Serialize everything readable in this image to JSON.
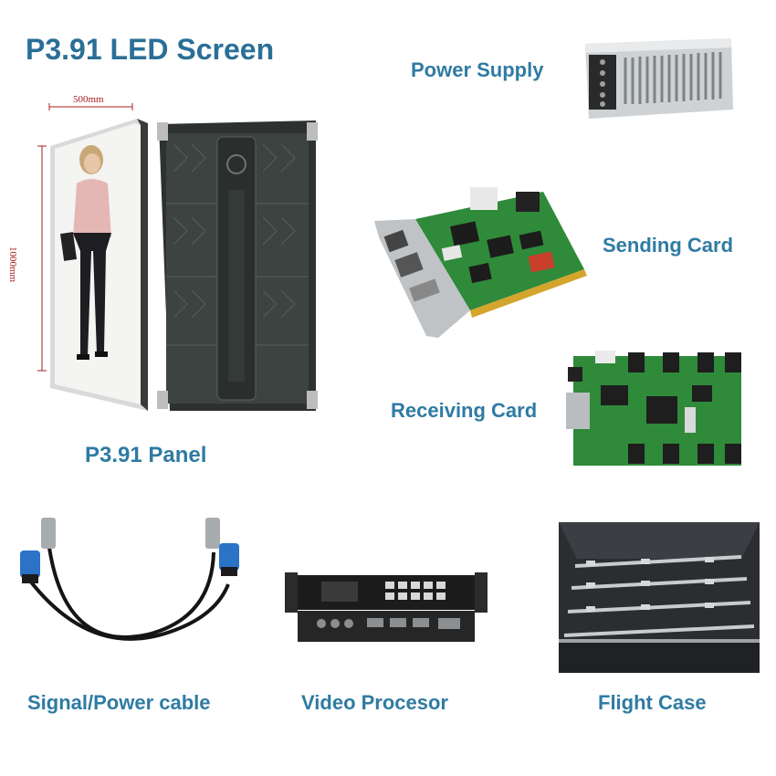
{
  "title": "P3.91 LED Screen",
  "panel": {
    "label": "P3.91 Panel",
    "width_dim": "500mm",
    "height_dim": "1000mm"
  },
  "components": {
    "power_supply": "Power Supply",
    "sending_card": "Sending Card",
    "receiving_card": "Receiving Card",
    "signal_cable": "Signal/Power cable",
    "video_processor": "Video Procesor",
    "flight_case": "Flight Case"
  },
  "colors": {
    "label": "#2f7ba3",
    "pcb": "#2f8a3a",
    "dimension": "#aa1f1f"
  }
}
